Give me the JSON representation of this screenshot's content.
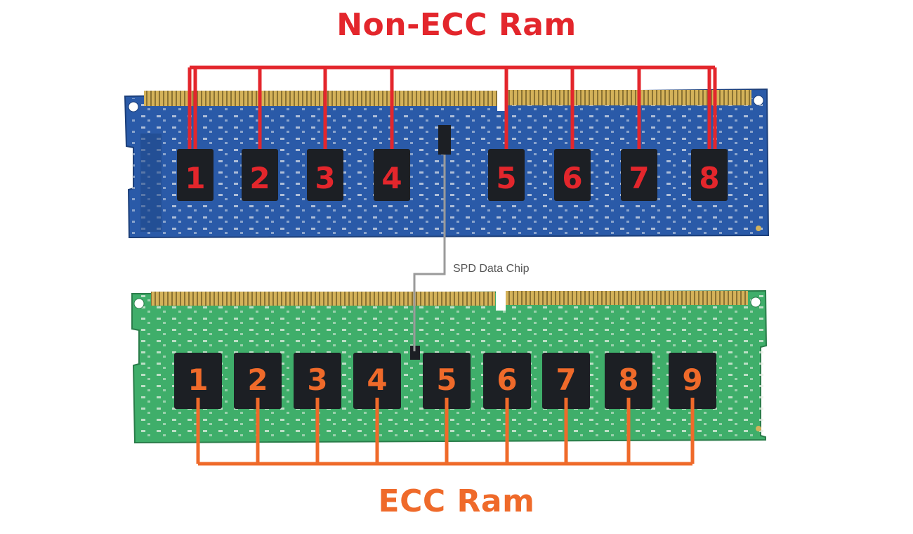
{
  "colors": {
    "non_ecc_accent": "#e3262c",
    "ecc_accent": "#ef6a2a",
    "non_ecc_pcb": "#2a5aa8",
    "ecc_pcb": "#3fae6a",
    "gold_contacts": "#c9a64a",
    "chip": "#1c1f24",
    "spd_line": "#9a9a9a"
  },
  "non_ecc": {
    "title": "Non-ECC Ram",
    "chip_labels": [
      "1",
      "2",
      "3",
      "4",
      "5",
      "6",
      "7",
      "8"
    ]
  },
  "ecc": {
    "title": "ECC Ram",
    "chip_labels": [
      "1",
      "2",
      "3",
      "4",
      "5",
      "6",
      "7",
      "8",
      "9"
    ]
  },
  "spd": {
    "label": "SPD Data Chip"
  }
}
